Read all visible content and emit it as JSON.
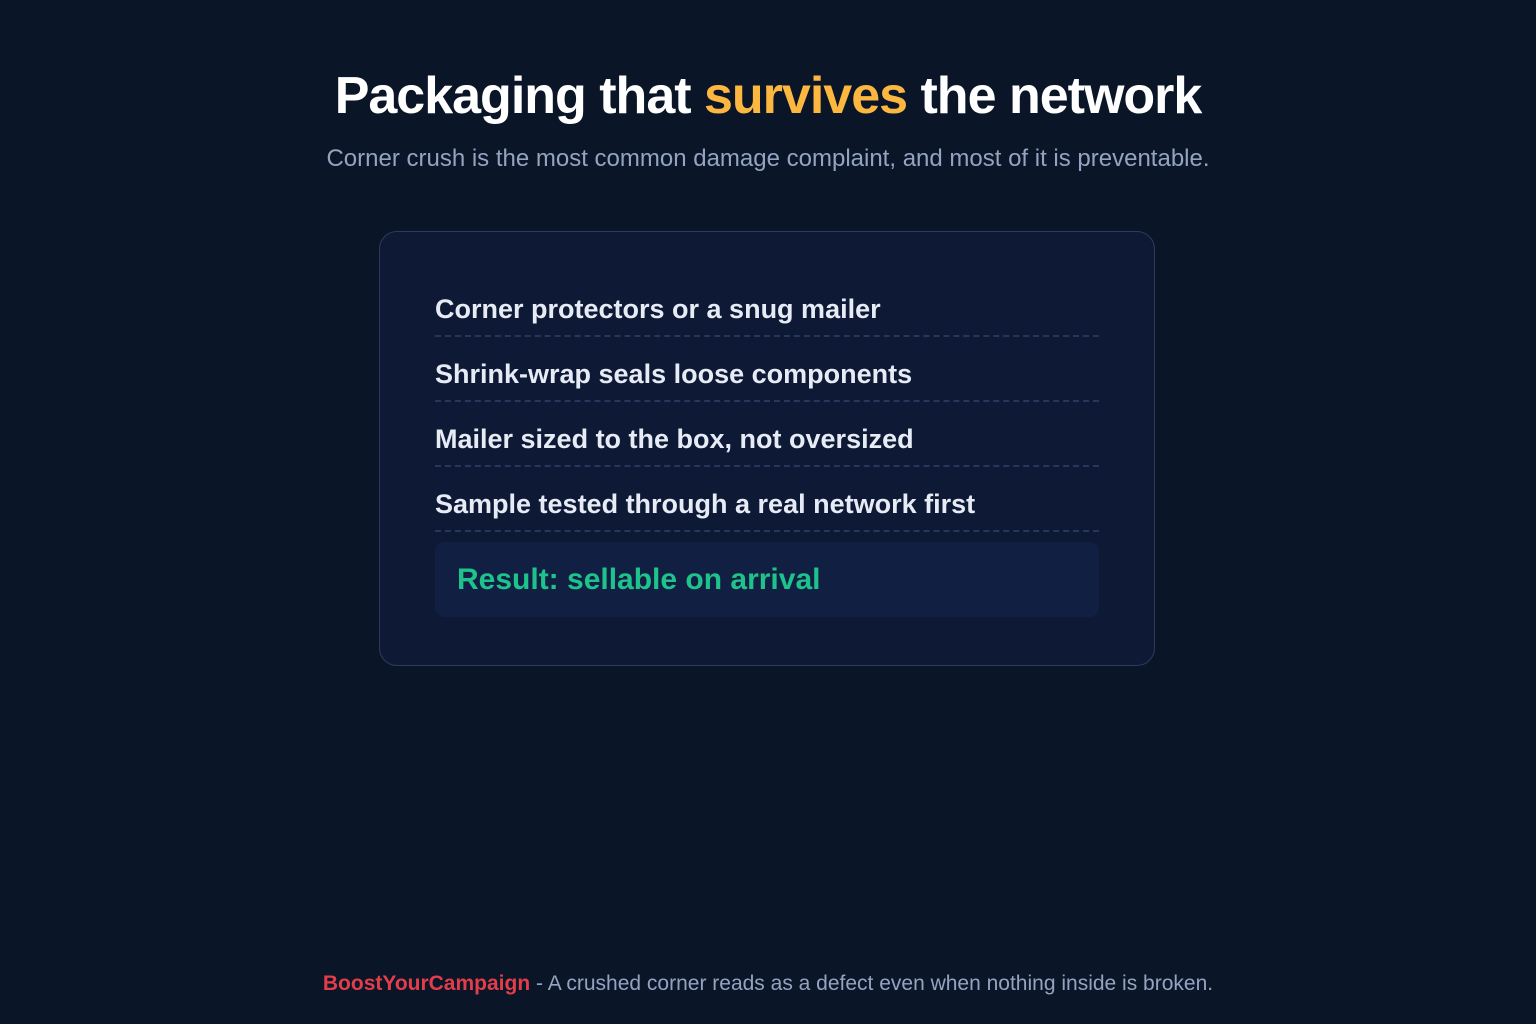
{
  "header": {
    "title_before": "Packaging that ",
    "title_accent": "survives",
    "title_after": " the network",
    "subtitle": "Corner crush is the most common damage complaint, and most of it is preventable."
  },
  "checklist": {
    "items": [
      "Corner protectors or a snug mailer",
      "Shrink-wrap seals loose components",
      "Mailer sized to the box, not oversized",
      "Sample tested through a real network first"
    ],
    "result": "Result: sellable on arrival"
  },
  "footer": {
    "brand": "BoostYourCampaign",
    "separator": " - ",
    "text": "A crushed corner reads as a defect even when nothing inside is broken."
  },
  "colors": {
    "background": "#0b1528",
    "accent": "#fbb740",
    "success": "#1ec28b",
    "brand": "#e23d4a"
  }
}
